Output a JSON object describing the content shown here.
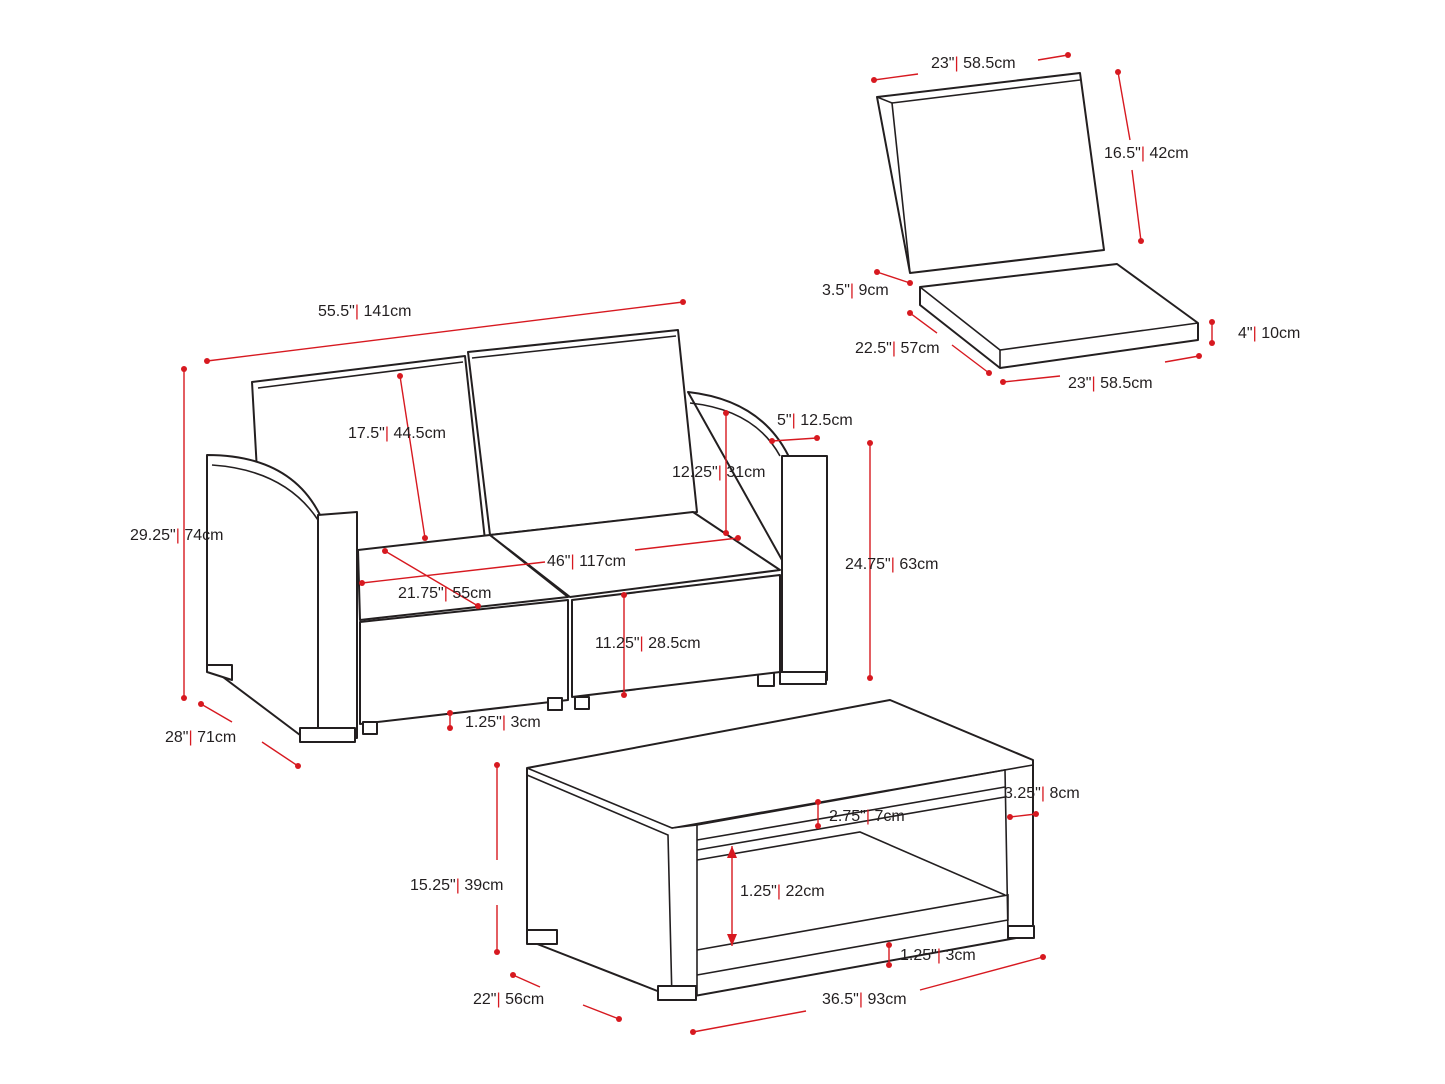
{
  "separator": "|",
  "colors": {
    "dimension": "#d71920",
    "outline": "#231f20"
  },
  "loveseat": {
    "overall_width": {
      "in": "55.5\"",
      "cm": "141cm"
    },
    "back_height": {
      "in": "17.5\"",
      "cm": "44.5cm"
    },
    "overall_height": {
      "in": "29.25\"",
      "cm": "74cm"
    },
    "seat_depth": {
      "in": "21.75\"",
      "cm": "55cm"
    },
    "seat_width": {
      "in": "46\"",
      "cm": "117cm"
    },
    "back_above_arm": {
      "in": "12.25\"",
      "cm": "31cm"
    },
    "arm_width": {
      "in": "5\"",
      "cm": "12.5cm"
    },
    "arm_height": {
      "in": "24.75\"",
      "cm": "63cm"
    },
    "seat_height": {
      "in": "11.25\"",
      "cm": "28.5cm"
    },
    "leg_height": {
      "in": "1.25\"",
      "cm": "3cm"
    },
    "overall_depth": {
      "in": "28\"",
      "cm": "71cm"
    }
  },
  "cushions": {
    "back_width": {
      "in": "23\"",
      "cm": "58.5cm"
    },
    "back_height": {
      "in": "16.5\"",
      "cm": "42cm"
    },
    "back_thickness": {
      "in": "3.5\"",
      "cm": "9cm"
    },
    "seat_depth": {
      "in": "22.5\"",
      "cm": "57cm"
    },
    "seat_thickness": {
      "in": "4\"",
      "cm": "10cm"
    },
    "seat_width": {
      "in": "23\"",
      "cm": "58.5cm"
    }
  },
  "table": {
    "frame_width": {
      "in": "3.25\"",
      "cm": "8cm"
    },
    "top_thickness": {
      "in": "2.75\"",
      "cm": "7cm"
    },
    "overall_height": {
      "in": "15.25\"",
      "cm": "39cm"
    },
    "shelf_clearance": {
      "in": "1.25\"",
      "cm": "22cm"
    },
    "leg_height": {
      "in": "1.25\"",
      "cm": "3cm"
    },
    "depth": {
      "in": "22\"",
      "cm": "56cm"
    },
    "width": {
      "in": "36.5\"",
      "cm": "93cm"
    }
  }
}
